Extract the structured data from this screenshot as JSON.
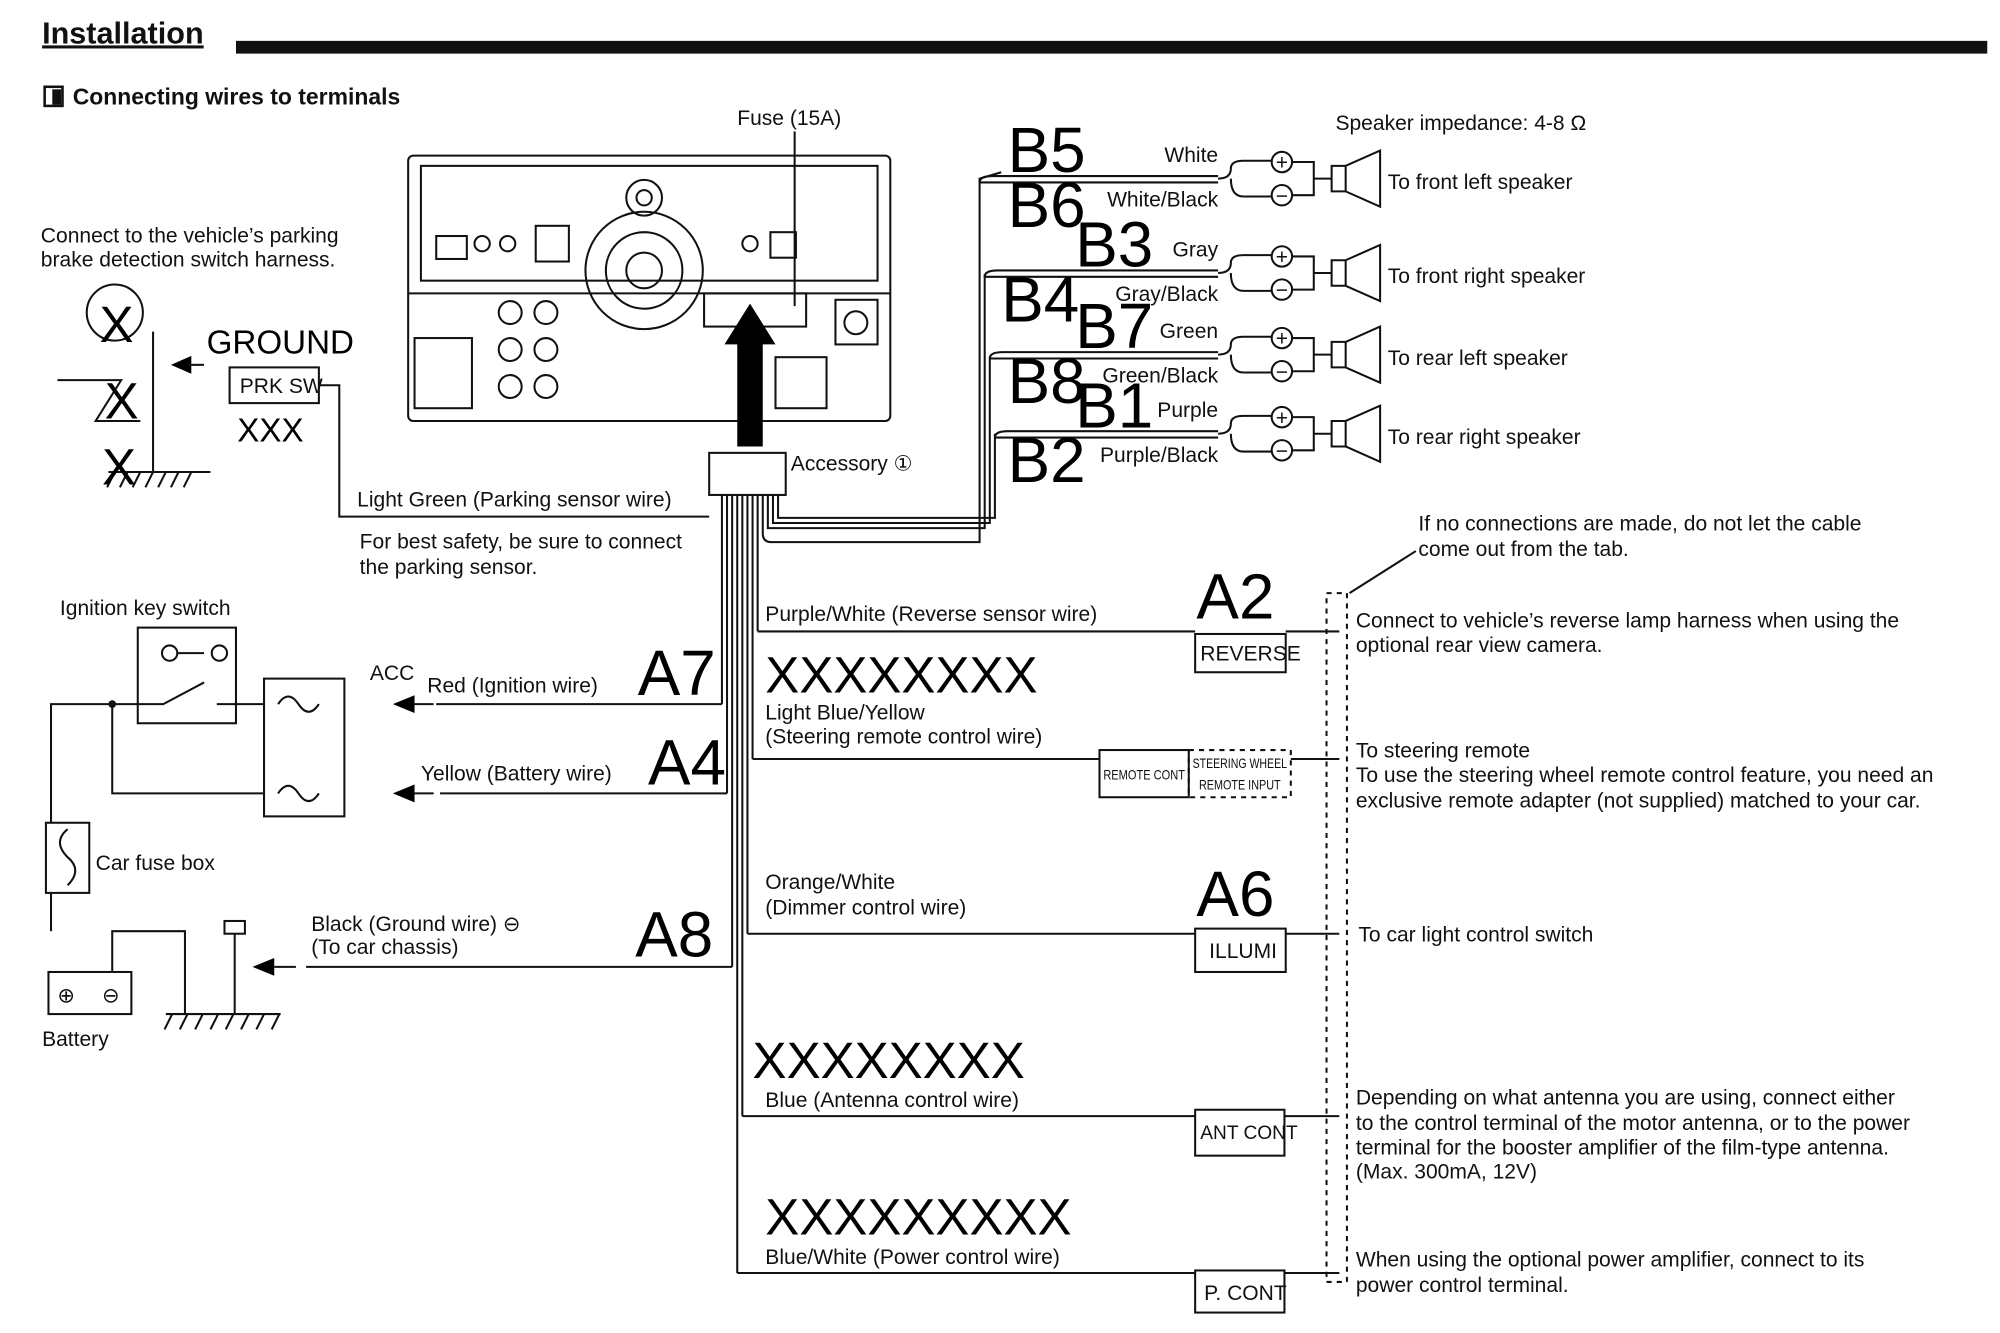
{
  "header": {
    "title": "Installation",
    "section": "Connecting wires to terminals"
  },
  "unit": {
    "fuse": "Fuse (15A)",
    "accessory": "Accessory ①"
  },
  "parking": {
    "note_line1": "Connect to the vehicle’s parking",
    "note_line2": "brake detection switch harness.",
    "ground_label": "GROUND",
    "terminal": "PRK SW",
    "terminal_redaction": "XXX",
    "symbol_redaction": "X",
    "wire": "Light Green (Parking sensor wire)",
    "safety_line1": "For best safety, be sure to connect",
    "safety_line2": "the parking sensor."
  },
  "speakers": {
    "impedance": "Speaker impedance: 4-8 Ω",
    "plus": "+",
    "minus": "−",
    "groups": [
      {
        "pos_code": "B5",
        "pos_wire": "White",
        "neg_code": "B6",
        "neg_wire": "White/Black",
        "dest": "To front left speaker"
      },
      {
        "pos_code": "B3",
        "pos_wire": "Gray",
        "neg_code": "B4",
        "neg_wire": "Gray/Black",
        "dest": "To front right speaker"
      },
      {
        "pos_code": "B7",
        "pos_wire": "Green",
        "neg_code": "B8",
        "neg_wire": "Green/Black",
        "dest": "To rear left speaker"
      },
      {
        "pos_code": "B1",
        "pos_wire": "Purple",
        "neg_code": "B2",
        "neg_wire": "Purple/Black",
        "dest": "To rear right speaker"
      }
    ]
  },
  "tab_note": {
    "line1": "If no connections are made, do not let the cable",
    "line2": "come out from the tab."
  },
  "power": {
    "ignition_switch": "Ignition key switch",
    "acc": "ACC",
    "red_wire": "Red (Ignition wire)",
    "red_code": "A7",
    "yellow_wire": "Yellow (Battery wire)",
    "yellow_code": "A4",
    "car_fuse_box": "Car fuse box",
    "ground_wire": "Black (Ground wire) ⊖",
    "ground_sub": "(To car chassis)",
    "ground_code": "A8",
    "battery": "Battery"
  },
  "wires": {
    "reverse": {
      "code": "A2",
      "label": "Purple/White (Reverse sensor wire)",
      "terminal": "REVERSE",
      "desc": [
        "Connect to vehicle’s reverse lamp harness when using the",
        "optional rear view camera."
      ]
    },
    "steering": {
      "label1": "Light Blue/Yellow",
      "label2": "(Steering remote control wire)",
      "redaction": "XXXXXXXX",
      "terminal": "REMOTE CONT",
      "input1": "STEERING WHEEL",
      "input2": "REMOTE INPUT",
      "desc": [
        "To steering remote",
        "To use the steering wheel remote control feature, you need an",
        "exclusive remote adapter (not supplied) matched to your car."
      ]
    },
    "dimmer": {
      "code": "A6",
      "label1": "Orange/White",
      "label2": "(Dimmer control wire)",
      "terminal": "ILLUMI",
      "desc": [
        "To car light control switch"
      ]
    },
    "antenna": {
      "label": "Blue (Antenna control wire)",
      "redaction": "XXXXXXXX",
      "terminal": "ANT CONT",
      "desc": [
        "Depending on what antenna you are using, connect either",
        "to the control terminal of the motor antenna, or to the power",
        "terminal for the booster amplifier of the film-type antenna.",
        "(Max. 300mA, 12V)"
      ]
    },
    "power_control": {
      "label": "Blue/White (Power control wire)",
      "redaction": "XXXXXXXXX",
      "terminal": "P. CONT",
      "desc": [
        "When using the optional power amplifier, connect to its",
        "power control terminal."
      ]
    }
  }
}
